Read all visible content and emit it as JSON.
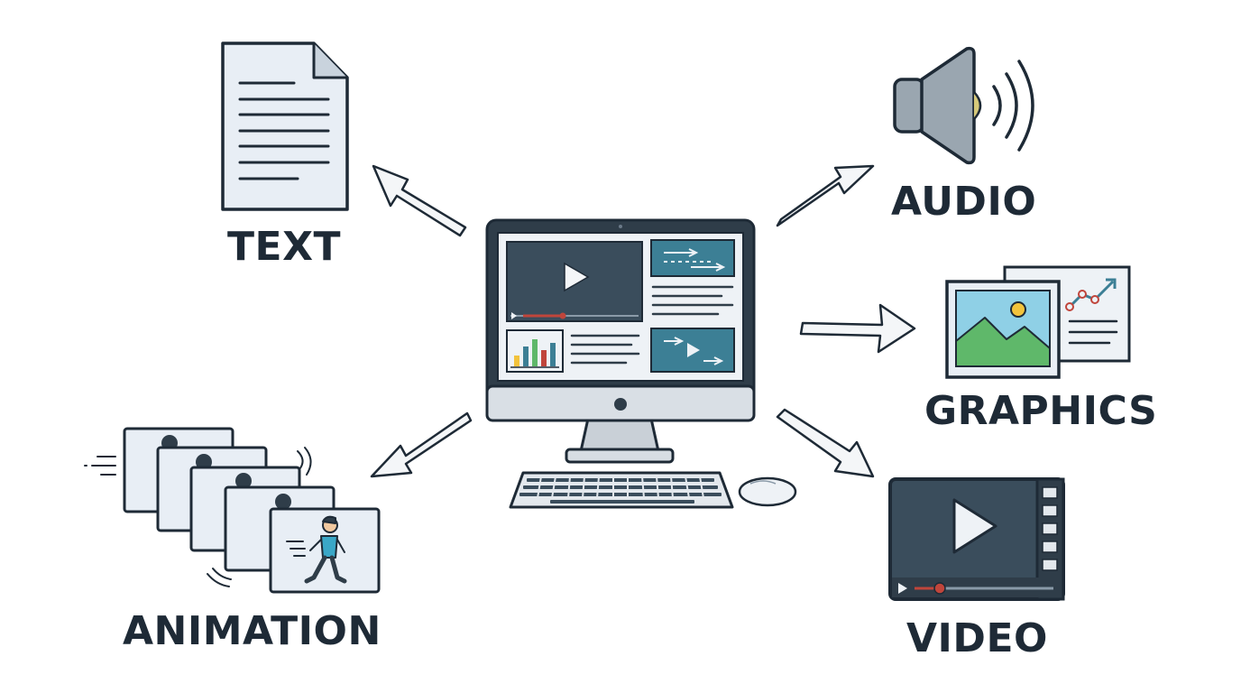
{
  "labels": {
    "text": "TEXT",
    "audio": "AUDIO",
    "graphics": "GRAPHICS",
    "animation": "ANIMATION",
    "video": "VIDEO"
  },
  "colors": {
    "outline": "#1e2a36",
    "paper": "#e8eef5",
    "screen_dark": "#3a4d5c",
    "teal_panel": "#3c7f95",
    "accent_red": "#c0453b",
    "speaker_gray": "#9aa6b0",
    "sky": "#8fd0e6",
    "grass": "#5fb86a",
    "sun": "#f2c33c",
    "shirt": "#3aa7c7"
  },
  "icons": [
    "computer-icon",
    "document-icon",
    "speaker-icon",
    "image-icon",
    "video-player-icon",
    "animation-frames-icon"
  ]
}
